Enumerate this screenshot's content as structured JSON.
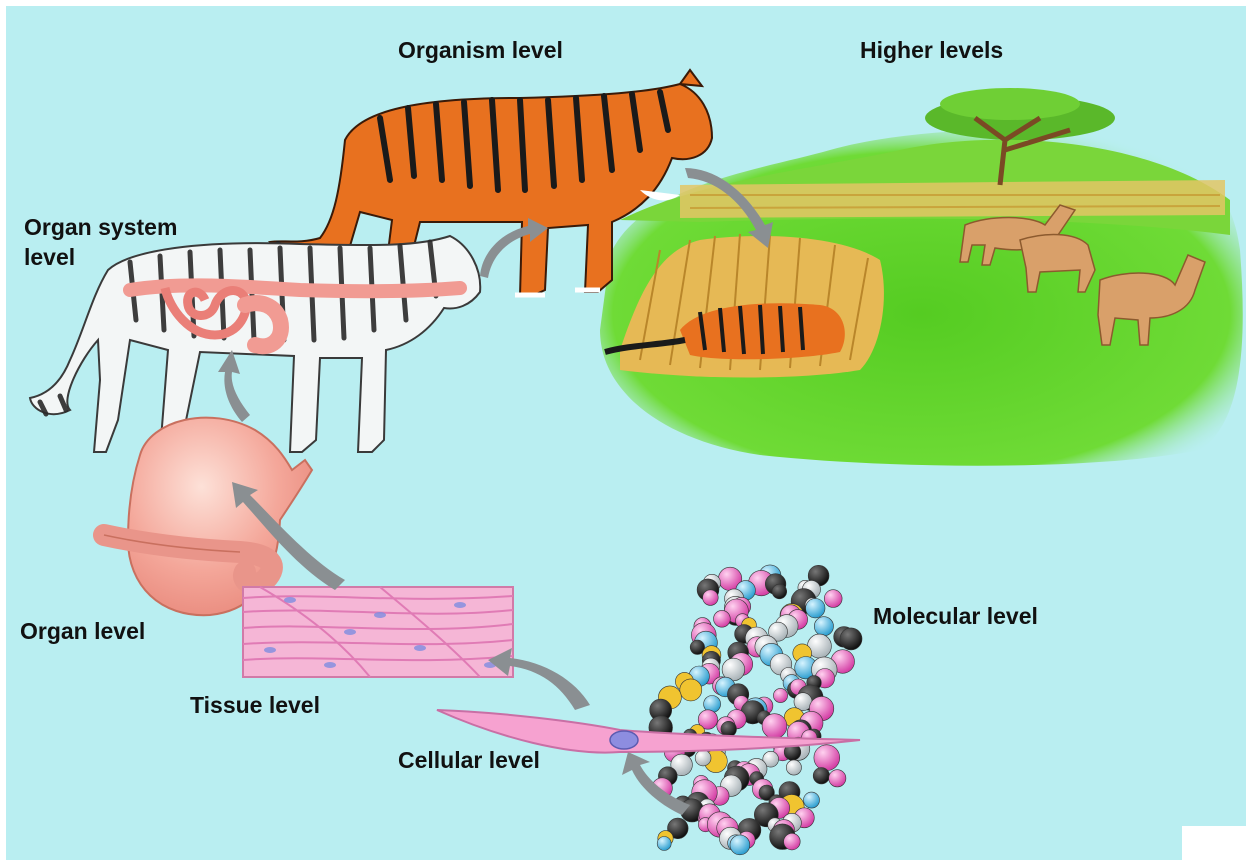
{
  "levels": {
    "organism": "Organism level",
    "higher": "Higher levels",
    "organ_system_line1": "Organ system",
    "organ_system_line2": "level",
    "organ": "Organ level",
    "tissue": "Tissue level",
    "cellular": "Cellular level",
    "molecular": "Molecular level"
  },
  "colors": {
    "background": "#b9eef1",
    "arrow": "#8a8f92",
    "tiger_orange": "#e8711f",
    "grass": "#5fd12c",
    "organ_pink": "#f4a79a",
    "tissue_pink": "#f2a7cf",
    "atom_magenta": "#e24fb5",
    "atom_blue": "#3bb4e3",
    "atom_yellow": "#f0c430"
  },
  "icons": {
    "organism": "tiger-icon",
    "higher": "savanna-icon",
    "organ_system": "digestive-tiger-icon",
    "organ": "stomach-icon",
    "tissue": "muscle-tissue-icon",
    "cellular": "cell-icon",
    "molecular": "dna-molecule-icon"
  }
}
